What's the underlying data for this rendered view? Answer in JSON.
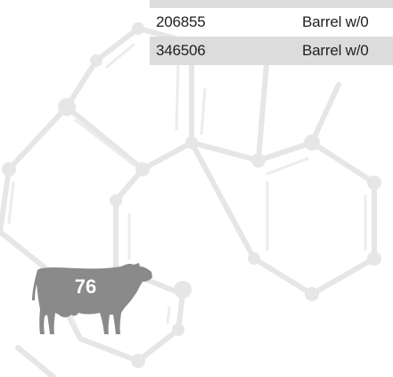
{
  "page_number": "76",
  "table": {
    "rows": [
      {
        "id": "206855",
        "description": "Barrel w/0"
      },
      {
        "id": "346506",
        "description": "Barrel w/0"
      }
    ]
  },
  "colors": {
    "molecule_line": "#e6e6e6",
    "table_shade": "#dcdcdc",
    "cow_silhouette": "#8a8a8a"
  }
}
